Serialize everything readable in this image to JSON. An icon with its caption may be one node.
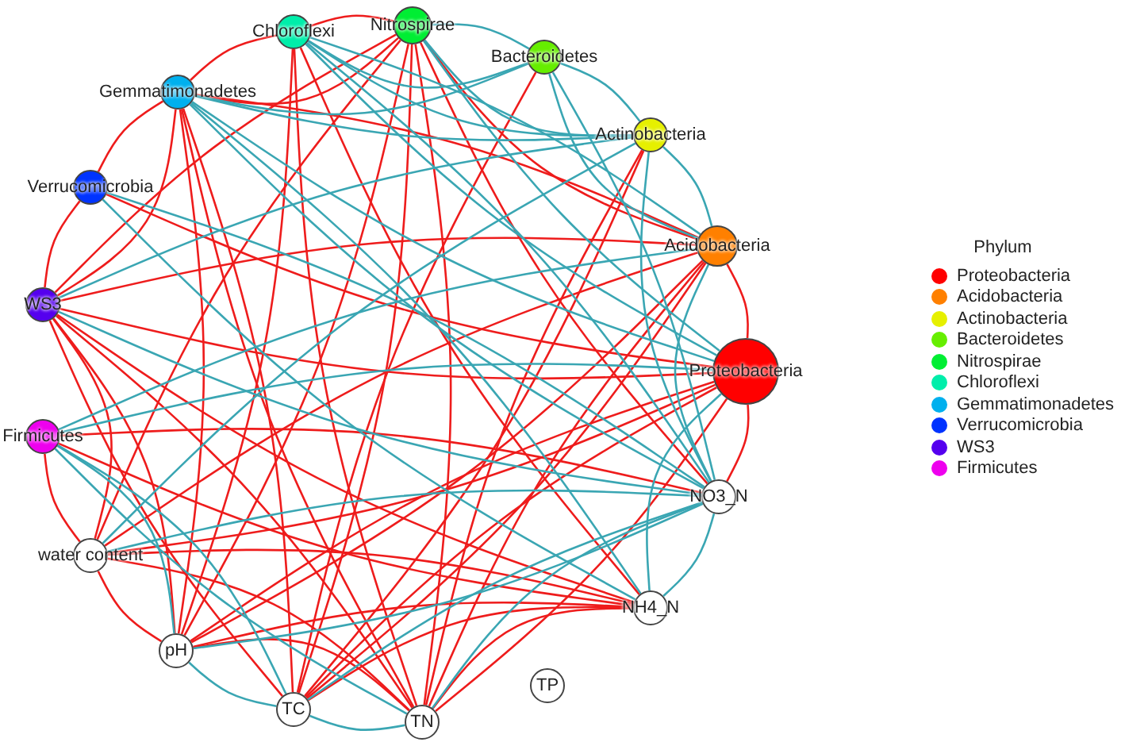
{
  "diagram": {
    "nodes": [
      {
        "text": [
          "Chloroflexi"
        ]
      },
      {
        "text": [
          "Nitrospirae"
        ]
      },
      {
        "text": [
          "Bacteroidetes"
        ]
      },
      {
        "text": [
          "Actinobacteria"
        ]
      },
      {
        "text": [
          "Acidobacteria"
        ]
      },
      {
        "text": [
          "Proteobacteria"
        ]
      },
      {
        "text": [
          "NO3_N"
        ]
      },
      {
        "text": [
          "NH4_N"
        ]
      },
      {
        "text": [
          "TP"
        ]
      },
      {
        "text": [
          "TN"
        ]
      },
      {
        "text": [
          "TC"
        ]
      },
      {
        "text": [
          "pH"
        ]
      },
      {
        "text": [
          "water content"
        ]
      },
      {
        "text": [
          "Firmicutes"
        ]
      },
      {
        "text": [
          "WS3"
        ]
      },
      {
        "text": [
          "Verrucomicrobia"
        ]
      },
      {
        "text": [
          "Gemmatimonadetes"
        ]
      }
    ],
    "edges": [
      {
        "from": 0,
        "to": 1,
        "arrow": "none"
      },
      {
        "from": 0,
        "to": 16,
        "arrow": "none"
      },
      {
        "from": 1,
        "to": 16,
        "arrow": "none"
      },
      {
        "from": 1,
        "to": 14,
        "arrow": "none"
      },
      {
        "from": 0,
        "to": 11,
        "arrow": "none"
      },
      {
        "from": 0,
        "to": 9,
        "arrow": "none"
      },
      {
        "from": 0,
        "to": 7,
        "arrow": "none"
      },
      {
        "from": 1,
        "to": 12,
        "arrow": "none"
      },
      {
        "from": 1,
        "to": 11,
        "arrow": "none"
      },
      {
        "from": 1,
        "to": 9,
        "arrow": "none"
      },
      {
        "from": 1,
        "to": 10,
        "arrow": "none"
      },
      {
        "from": 1,
        "to": 4,
        "arrow": "none"
      },
      {
        "from": 1,
        "to": 6,
        "arrow": "none"
      },
      {
        "from": 16,
        "to": 14,
        "arrow": "none"
      },
      {
        "from": 16,
        "to": 11,
        "arrow": "none"
      },
      {
        "from": 16,
        "to": 9,
        "arrow": "none"
      },
      {
        "from": 16,
        "to": 10,
        "arrow": "none"
      },
      {
        "from": 16,
        "to": 4,
        "arrow": "none"
      },
      {
        "from": 15,
        "to": 14,
        "arrow": "none"
      },
      {
        "from": 15,
        "to": 16,
        "arrow": "none"
      },
      {
        "from": 15,
        "to": 5,
        "arrow": "none"
      },
      {
        "from": 14,
        "to": 12,
        "arrow": "none"
      },
      {
        "from": 14,
        "to": 11,
        "arrow": "none"
      },
      {
        "from": 14,
        "to": 10,
        "arrow": "none"
      },
      {
        "from": 14,
        "to": 9,
        "arrow": "none"
      },
      {
        "from": 14,
        "to": 7,
        "arrow": "none"
      },
      {
        "from": 14,
        "to": 5,
        "arrow": "none"
      },
      {
        "from": 14,
        "to": 4,
        "arrow": "none"
      },
      {
        "from": 13,
        "to": 12,
        "arrow": "none"
      },
      {
        "from": 13,
        "to": 7,
        "arrow": "none"
      },
      {
        "from": 13,
        "to": 6,
        "arrow": "none"
      },
      {
        "from": 12,
        "to": 11,
        "arrow": "none"
      },
      {
        "from": 12,
        "to": 4,
        "arrow": "none"
      },
      {
        "from": 12,
        "to": 5,
        "arrow": "none"
      },
      {
        "from": 12,
        "to": 7,
        "arrow": "none"
      },
      {
        "from": 11,
        "to": 4,
        "arrow": "none"
      },
      {
        "from": 11,
        "to": 5,
        "arrow": "none"
      },
      {
        "from": 11,
        "to": 9,
        "arrow": "none"
      },
      {
        "from": 11,
        "to": 7,
        "arrow": "none"
      },
      {
        "from": 10,
        "to": 4,
        "arrow": "none"
      },
      {
        "from": 10,
        "to": 5,
        "arrow": "none"
      },
      {
        "from": 10,
        "to": 7,
        "arrow": "none"
      },
      {
        "from": 9,
        "to": 4,
        "arrow": "none"
      },
      {
        "from": 9,
        "to": 5,
        "arrow": "none"
      },
      {
        "from": 9,
        "to": 7,
        "arrow": "none"
      },
      {
        "from": 9,
        "to": 12,
        "arrow": "none"
      },
      {
        "from": 2,
        "to": 10,
        "arrow": "none"
      },
      {
        "from": 3,
        "to": 10,
        "arrow": "none"
      },
      {
        "from": 3,
        "to": 9,
        "arrow": "none"
      },
      {
        "from": 4,
        "to": 5,
        "arrow": "none"
      },
      {
        "from": 5,
        "to": 6,
        "arrow": "none"
      },
      {
        "from": 0,
        "to": 2,
        "arrow": "none",
        "color": "#3aa6b3"
      },
      {
        "from": 0,
        "to": 3,
        "arrow": "none",
        "color": "#3aa6b3"
      },
      {
        "from": 0,
        "to": 4,
        "arrow": "none",
        "color": "#3aa6b3"
      },
      {
        "from": 0,
        "to": 5,
        "arrow": "none",
        "color": "#3aa6b3"
      },
      {
        "from": 0,
        "to": 6,
        "arrow": "none",
        "color": "#3aa6b3"
      },
      {
        "from": 1,
        "to": 2,
        "arrow": "none",
        "color": "#3aa6b3"
      },
      {
        "from": 1,
        "to": 3,
        "arrow": "none",
        "color": "#3aa6b3"
      },
      {
        "from": 1,
        "to": 5,
        "arrow": "none",
        "color": "#3aa6b3"
      },
      {
        "from": 2,
        "to": 3,
        "arrow": "none",
        "color": "#3aa6b3"
      },
      {
        "from": 2,
        "to": 4,
        "arrow": "none",
        "color": "#3aa6b3"
      },
      {
        "from": 2,
        "to": 6,
        "arrow": "none",
        "color": "#3aa6b3"
      },
      {
        "from": 2,
        "to": 16,
        "arrow": "none",
        "color": "#3aa6b3"
      },
      {
        "from": 3,
        "to": 4,
        "arrow": "none",
        "color": "#3aa6b3"
      },
      {
        "from": 3,
        "to": 6,
        "arrow": "none",
        "color": "#3aa6b3"
      },
      {
        "from": 3,
        "to": 12,
        "arrow": "none",
        "color": "#3aa6b3"
      },
      {
        "from": 3,
        "to": 16,
        "arrow": "none",
        "color": "#3aa6b3"
      },
      {
        "from": 3,
        "to": 14,
        "arrow": "none",
        "color": "#3aa6b3"
      },
      {
        "from": 4,
        "to": 6,
        "arrow": "none",
        "color": "#3aa6b3"
      },
      {
        "from": 4,
        "to": 13,
        "arrow": "none",
        "color": "#3aa6b3"
      },
      {
        "from": 5,
        "to": 13,
        "arrow": "none",
        "color": "#3aa6b3"
      },
      {
        "from": 5,
        "to": 7,
        "arrow": "none",
        "color": "#3aa6b3"
      },
      {
        "from": 6,
        "to": 7,
        "arrow": "none",
        "color": "#3aa6b3"
      },
      {
        "from": 6,
        "to": 9,
        "arrow": "none",
        "color": "#3aa6b3"
      },
      {
        "from": 6,
        "to": 10,
        "arrow": "none",
        "color": "#3aa6b3"
      },
      {
        "from": 6,
        "to": 11,
        "arrow": "none",
        "color": "#3aa6b3"
      },
      {
        "from": 6,
        "to": 12,
        "arrow": "none",
        "color": "#3aa6b3"
      },
      {
        "from": 6,
        "to": 14,
        "arrow": "none",
        "color": "#3aa6b3"
      },
      {
        "from": 6,
        "to": 16,
        "arrow": "none",
        "color": "#3aa6b3"
      },
      {
        "from": 7,
        "to": 15,
        "arrow": "none",
        "color": "#3aa6b3"
      },
      {
        "from": 9,
        "to": 10,
        "arrow": "none",
        "color": "#3aa6b3"
      },
      {
        "from": 9,
        "to": 13,
        "arrow": "none",
        "color": "#3aa6b3"
      },
      {
        "from": 10,
        "to": 11,
        "arrow": "none",
        "color": "#3aa6b3"
      },
      {
        "from": 10,
        "to": 13,
        "arrow": "none",
        "color": "#3aa6b3"
      },
      {
        "from": 11,
        "to": 13,
        "arrow": "none",
        "color": "#3aa6b3"
      },
      {
        "from": 15,
        "to": 6,
        "arrow": "none",
        "color": "#3aa6b3"
      },
      {
        "from": 16,
        "to": 5,
        "arrow": "none",
        "color": "#3aa6b3"
      },
      {
        "from": 16,
        "to": 7,
        "arrow": "none",
        "color": "#3aa6b3"
      }
    ],
    "labels": [
      "Phylum"
    ],
    "legend": [
      {
        "text": "Proteobacteria",
        "color": "#ff0000"
      },
      {
        "text": "Acidobacteria",
        "color": "#ff8000"
      },
      {
        "text": "Actinobacteria",
        "color": "#e6f000"
      },
      {
        "text": "Bacteroidetes",
        "color": "#66ee00"
      },
      {
        "text": "Nitrospirae",
        "color": "#00ee33"
      },
      {
        "text": "Chloroflexi",
        "color": "#00eeaa"
      },
      {
        "text": "Gemmatimonadetes",
        "color": "#00b0ee"
      },
      {
        "text": "Verrucomicrobia",
        "color": "#0033ff"
      },
      {
        "text": "WS3",
        "color": "#5500ee"
      },
      {
        "text": "Firmicutes",
        "color": "#ee00ee"
      }
    ]
  }
}
